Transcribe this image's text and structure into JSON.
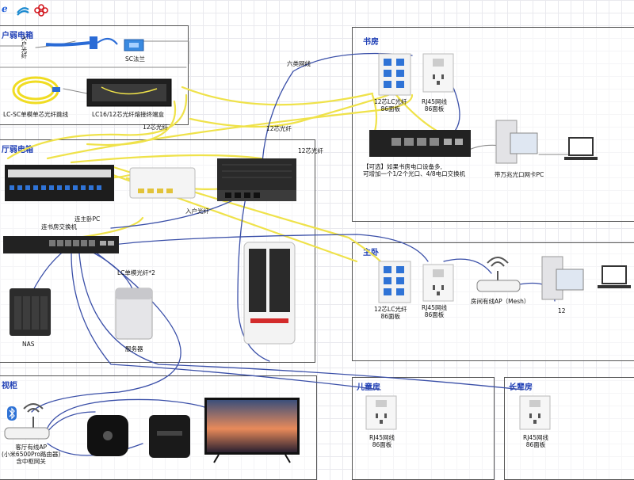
{
  "colors": {
    "frame": "#555555",
    "title": "#1f3fb5",
    "fiber_yellow": "#efe24a",
    "cable_blue": "#3a4fa8",
    "cable_grey": "#8a8a8a"
  },
  "logos": [
    "china-telecom-logo",
    "china-mobile-logo",
    "china-unicom-logo"
  ],
  "zones": {
    "outdoor_box": {
      "title": "户弱电箱"
    },
    "living_box": {
      "title": "厅弱电箱"
    },
    "study": {
      "title": "书房"
    },
    "master": {
      "title": "主卧"
    },
    "tv_cabinet": {
      "title": "视柜"
    },
    "kids": {
      "title": "儿童房"
    },
    "elder": {
      "title": "长辈房"
    }
  },
  "labels": {
    "incoming_fiber_top": "入户光纤",
    "sc_adapter": "SC法兰",
    "lc_sc_patch": "LC-SC单模单芯光纤跳线",
    "terminal_box": "LC16/12芯光纤熔接终端盒",
    "fiber12_a": "12芯光纤",
    "fiber12_b": "12芯光纤",
    "fiber12_c": "12芯光纤",
    "cat6": "六类网线",
    "incoming_fiber_mid": "入户光纤",
    "to_master_pc": "连主卧PC",
    "to_study_switch": "连书房交换机",
    "lc_sfp": "LC单模光纤*2",
    "nas": "NAS",
    "server": "服务器",
    "study_panel_lc": "12芯LC光纤\n86面板",
    "study_panel_rj45": "RJ45网线\n86面板",
    "study_switch_note": "【可选】如果书房电口设备多,\n可增加一个1/2个光口、4/8电口交换机",
    "study_pc": "带万兆光口网卡PC",
    "master_panel_lc": "12芯LC光纤\n86面板",
    "master_panel_rj45": "RJ45网线\n86面板",
    "master_ap": "房间有线AP（Mesh）",
    "master_pc": "12",
    "tv_ap": "客厅有线AP\n(小米6500Pro路由器)\n含中枢网关",
    "kids_panel": "RJ45网线\n86面板",
    "elder_panel": "RJ45网线\n86面板"
  }
}
